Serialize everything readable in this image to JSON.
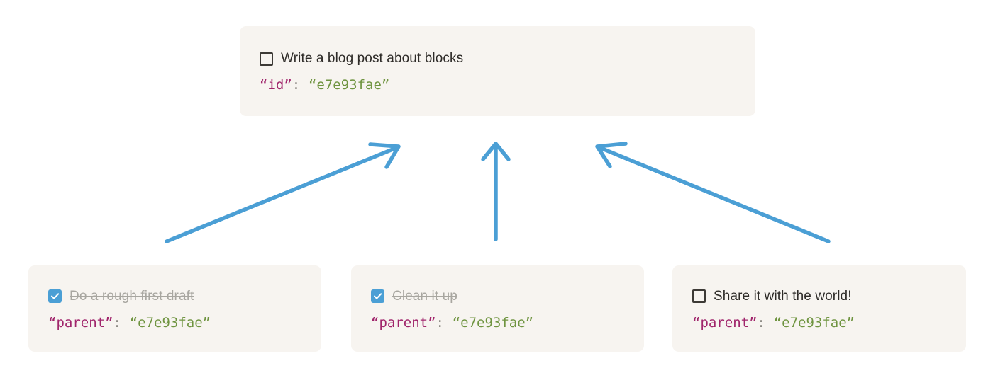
{
  "palette": {
    "page_background": "#ffffff",
    "card_background": "#f7f4f0",
    "arrow_color": "#4b9fd5",
    "checkbox_checked": "#4b9fd5",
    "checkbox_unchecked_border": "#3d3a36",
    "text_primary": "#2e2b28",
    "text_completed": "#a8a6a0",
    "json_key": "#a0246b",
    "json_punctuation": "#8d8a85",
    "json_value": "#6f9440"
  },
  "parent_card": {
    "checkbox_state": "unchecked",
    "checkbox_icon": "checkbox-empty-icon",
    "label": "Write a blog post about blocks",
    "completed": false,
    "json": {
      "key": "“id”",
      "colon": ":",
      "value": "“e7e93fae”"
    }
  },
  "child_cards": [
    {
      "checkbox_state": "checked",
      "checkbox_icon": "checkbox-checked-icon",
      "label": "Do a rough first draft",
      "completed": true,
      "json": {
        "key": "“parent”",
        "colon": ":",
        "value": "“e7e93fae”"
      }
    },
    {
      "checkbox_state": "checked",
      "checkbox_icon": "checkbox-checked-icon",
      "label": "Clean it up",
      "completed": true,
      "json": {
        "key": "“parent”",
        "colon": ":",
        "value": "“e7e93fae”"
      }
    },
    {
      "checkbox_state": "unchecked",
      "checkbox_icon": "checkbox-empty-icon",
      "label": "Share it with the world!",
      "completed": false,
      "json": {
        "key": "“parent”",
        "colon": ":",
        "value": "“e7e93fae”"
      }
    }
  ],
  "arrows": [
    {
      "name": "arrow-from-left-child-to-parent",
      "icon": "arrow-up-right-icon"
    },
    {
      "name": "arrow-from-middle-child-to-parent",
      "icon": "arrow-up-icon"
    },
    {
      "name": "arrow-from-right-child-to-parent",
      "icon": "arrow-up-left-icon"
    }
  ]
}
